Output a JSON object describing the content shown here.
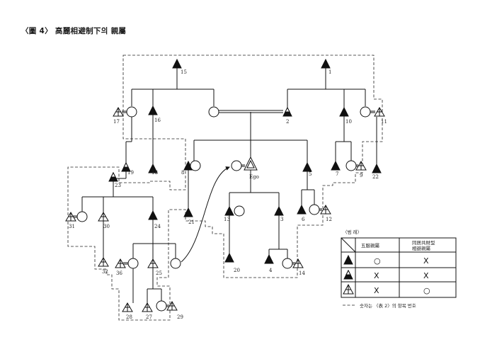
{
  "title": "〈圖 4〉 高麗相避制下의 親屬",
  "ego_label": "Ego",
  "nodes": [
    {
      "id": "n15",
      "label": "15"
    },
    {
      "id": "n1",
      "label": "1"
    },
    {
      "id": "n17",
      "label": "17"
    },
    {
      "id": "n16",
      "label": "16"
    },
    {
      "id": "n2",
      "label": "2"
    },
    {
      "id": "n10",
      "label": "10"
    },
    {
      "id": "n11",
      "label": "11"
    },
    {
      "id": "n19",
      "label": "19"
    },
    {
      "id": "n18",
      "label": "18"
    },
    {
      "id": "n8",
      "label": "8"
    },
    {
      "id": "n5",
      "label": "5"
    },
    {
      "id": "n7",
      "label": "7"
    },
    {
      "id": "n9",
      "label": "9"
    },
    {
      "id": "n22",
      "label": "22"
    },
    {
      "id": "n23",
      "label": "23"
    },
    {
      "id": "n21",
      "label": "21"
    },
    {
      "id": "n13",
      "label": "13"
    },
    {
      "id": "n3",
      "label": "3"
    },
    {
      "id": "n6",
      "label": "6"
    },
    {
      "id": "n12",
      "label": "12"
    },
    {
      "id": "n31",
      "label": "31"
    },
    {
      "id": "n30",
      "label": "30"
    },
    {
      "id": "n24",
      "label": "24"
    },
    {
      "id": "n32",
      "label": "32"
    },
    {
      "id": "n36",
      "label": "36"
    },
    {
      "id": "n25",
      "label": "25"
    },
    {
      "id": "n20",
      "label": "20"
    },
    {
      "id": "n4",
      "label": "4"
    },
    {
      "id": "n14",
      "label": "14"
    },
    {
      "id": "n28",
      "label": "28"
    },
    {
      "id": "n27",
      "label": "27"
    },
    {
      "id": "n29",
      "label": "29"
    }
  ],
  "legend": {
    "title": "〈범 례〉",
    "col1": "五服親屬",
    "col2_line1": "同居共財型",
    "col2_line2": "相避親屬",
    "rows": [
      {
        "c1": "○",
        "c2": "X"
      },
      {
        "c1": "X",
        "c2": "X"
      },
      {
        "c1": "X",
        "c2": "○"
      }
    ],
    "footnote": "숫자는 〈表 2〉의 항목 번호"
  }
}
